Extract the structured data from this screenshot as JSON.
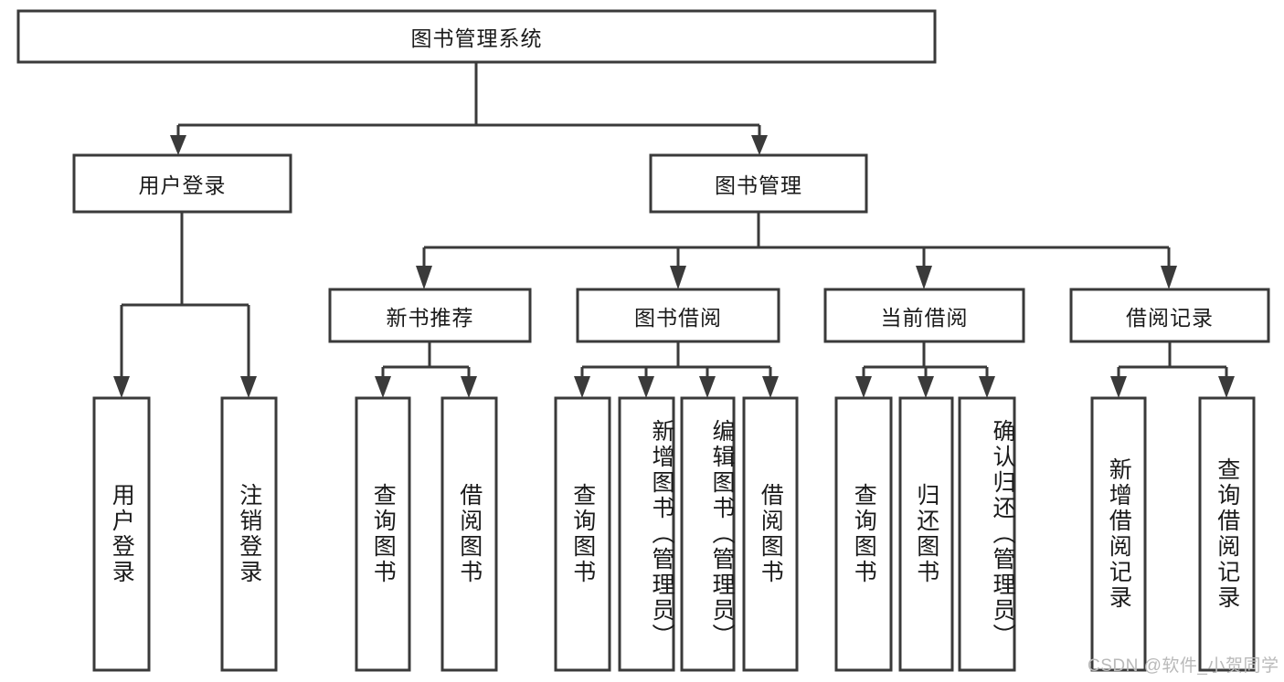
{
  "diagram": {
    "type": "tree",
    "title": "图书管理系统",
    "orientation": "top-down",
    "root": {
      "label": "图书管理系统"
    },
    "level2": [
      {
        "label": "用户登录"
      },
      {
        "label": "图书管理"
      }
    ],
    "level3": [
      {
        "label": "新书推荐"
      },
      {
        "label": "图书借阅"
      },
      {
        "label": "当前借阅"
      },
      {
        "label": "借阅记录"
      }
    ],
    "leaves": {
      "user_login": [
        {
          "label": "用户登录"
        },
        {
          "label": "注销登录"
        }
      ],
      "new_book_recommend": [
        {
          "label": "查询图书"
        },
        {
          "label": "借阅图书"
        }
      ],
      "book_borrow": [
        {
          "label": "查询图书"
        },
        {
          "label": "新增图书（管理员）"
        },
        {
          "label": "编辑图书（管理员）"
        },
        {
          "label": "借阅图书"
        }
      ],
      "current_borrow": [
        {
          "label": "查询图书"
        },
        {
          "label": "归还图书"
        },
        {
          "label": "确认归还（管理员）"
        }
      ],
      "borrow_record": [
        {
          "label": "新增借阅记录"
        },
        {
          "label": "查询借阅记录"
        }
      ]
    }
  },
  "watermark": {
    "text": "CSDN @软件_小贺同学"
  },
  "colors": {
    "stroke": "#3a3a3a",
    "fill": "#ffffff",
    "text": "#1a1a1a",
    "watermark": "#b9b9b9"
  }
}
